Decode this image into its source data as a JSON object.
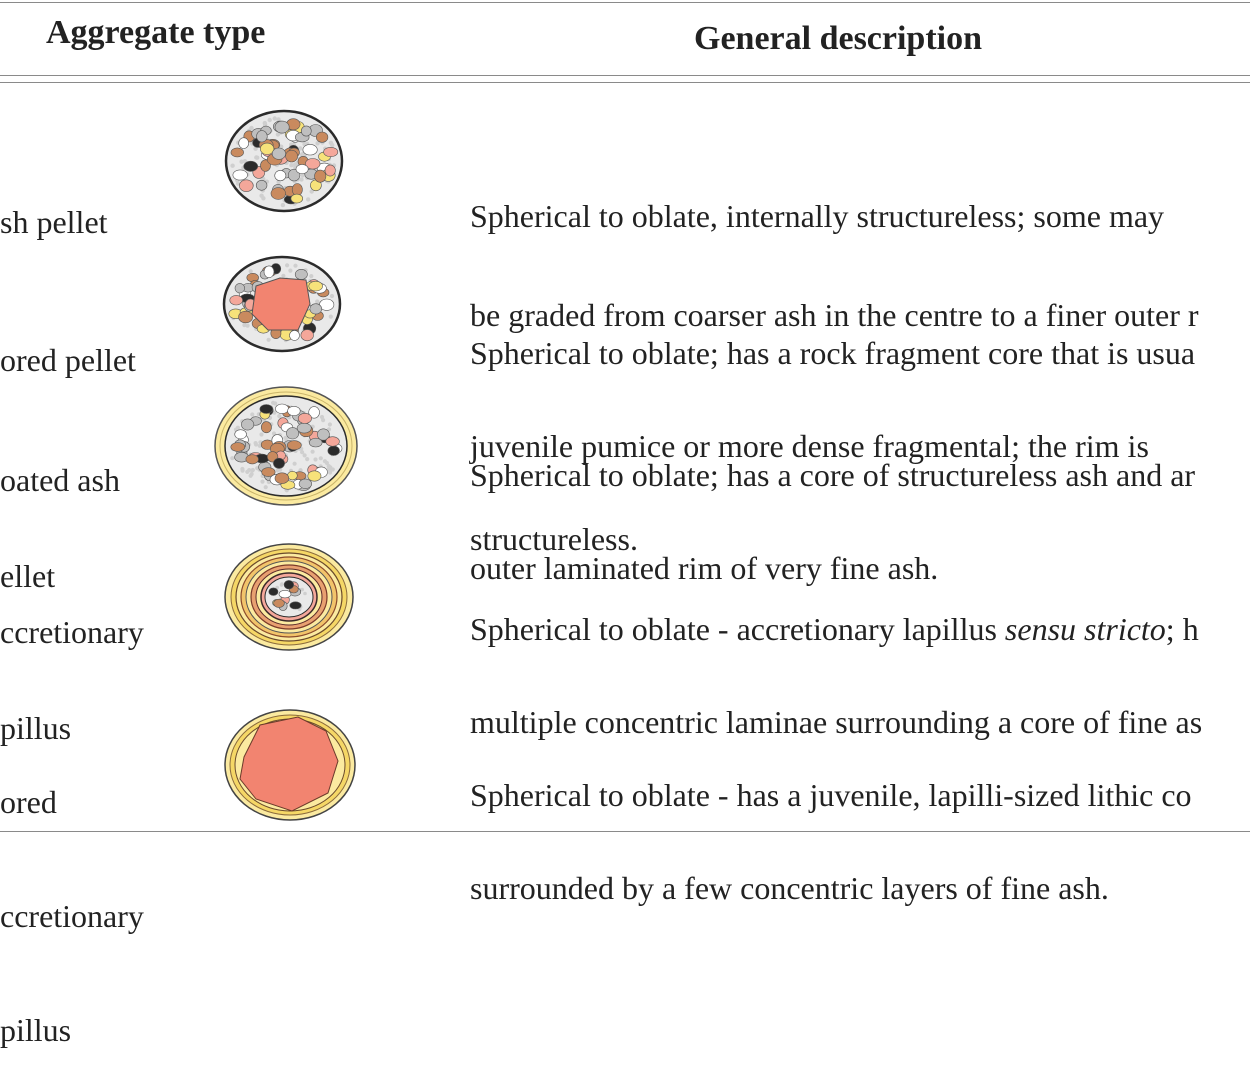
{
  "table": {
    "headers": {
      "aggregate_type": "Aggregate type",
      "general_description": "General description"
    },
    "rows": [
      {
        "name_lines": [
          "sh pellet"
        ],
        "illustration": "ash-pellet-icon",
        "description_lines": [
          "Spherical to oblate, internally structureless; some may",
          "be graded from coarser ash in the centre to a finer outer r"
        ]
      },
      {
        "name_lines": [
          "ored pellet"
        ],
        "illustration": "cored-pellet-icon",
        "description_lines": [
          "Spherical to oblate; has a rock fragment core that is usua",
          "juvenile pumice or more dense fragmental; the rim is",
          "structureless."
        ]
      },
      {
        "name_lines": [
          "oated ash",
          "ellet"
        ],
        "illustration": "coated-ash-pellet-icon",
        "description_lines": [
          "Spherical to oblate; has a core of structureless ash and ar",
          "outer laminated rim of very fine ash."
        ]
      },
      {
        "name_lines": [
          "ccretionary",
          "pillus"
        ],
        "illustration": "accretionary-lapillus-icon",
        "description_prefix": "Spherical to oblate - accretionary lapillus ",
        "description_italic": "sensu stricto",
        "description_suffix": "; h",
        "description_lines": [
          "multiple concentric laminae surrounding a core of fine as"
        ]
      },
      {
        "name_lines": [
          "ored",
          "ccretionary",
          "pillus"
        ],
        "illustration": "cored-accretionary-lapillus-icon",
        "description_lines": [
          "Spherical to oblate - has a juvenile, lapilli-sized lithic co",
          "surrounded by a few concentric layers of fine ash."
        ]
      }
    ]
  },
  "colors": {
    "text": "#222222",
    "rule": "#8a8a8a",
    "core_fragment": "#f28470",
    "rim_yellow": "#fbeaa0",
    "grain_grey": "#bfbfbf",
    "grain_brown": "#c98a5e",
    "grain_dark": "#2b2b2b",
    "grain_yellow": "#f7e27a",
    "grain_pink": "#f4a79a",
    "matrix": "#e9e9e9"
  }
}
